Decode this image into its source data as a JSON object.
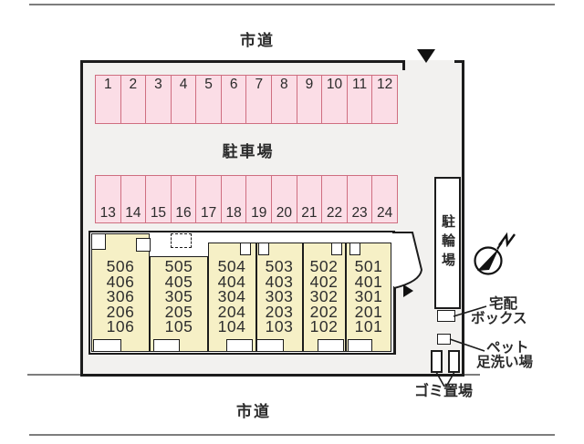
{
  "roads": {
    "top_label": "市道",
    "bottom_label": "市道"
  },
  "site": {
    "parking_area_label": "駐車場",
    "parking_row1": [
      "1",
      "2",
      "3",
      "4",
      "5",
      "6",
      "7",
      "8",
      "9",
      "10",
      "11",
      "12"
    ],
    "parking_row2": [
      "13",
      "14",
      "15",
      "16",
      "17",
      "18",
      "19",
      "20",
      "21",
      "22",
      "23",
      "24"
    ],
    "bicycle_parking_label": "駐輪場"
  },
  "building": {
    "columns": [
      [
        "506",
        "406",
        "306",
        "206",
        "106"
      ],
      [
        "505",
        "405",
        "305",
        "205",
        "105"
      ],
      [
        "504",
        "404",
        "304",
        "204",
        "104"
      ],
      [
        "503",
        "403",
        "303",
        "203",
        "103"
      ],
      [
        "502",
        "402",
        "302",
        "202",
        "102"
      ],
      [
        "501",
        "401",
        "301",
        "201",
        "101"
      ]
    ]
  },
  "annotations": {
    "delivery_box_line1": "宅配",
    "delivery_box_line2": "ボックス",
    "pet_wash_line1": "ペット",
    "pet_wash_line2": "足洗い場",
    "garbage_label": "ゴミ置場"
  },
  "colors": {
    "parking_fill": "#fbdde6",
    "parking_border": "#cf6e80",
    "building_fill": "#f6f0c6",
    "site_fill": "#f2f1ef",
    "outline": "#1c1c1c",
    "road_line": "#7d7d7d"
  }
}
